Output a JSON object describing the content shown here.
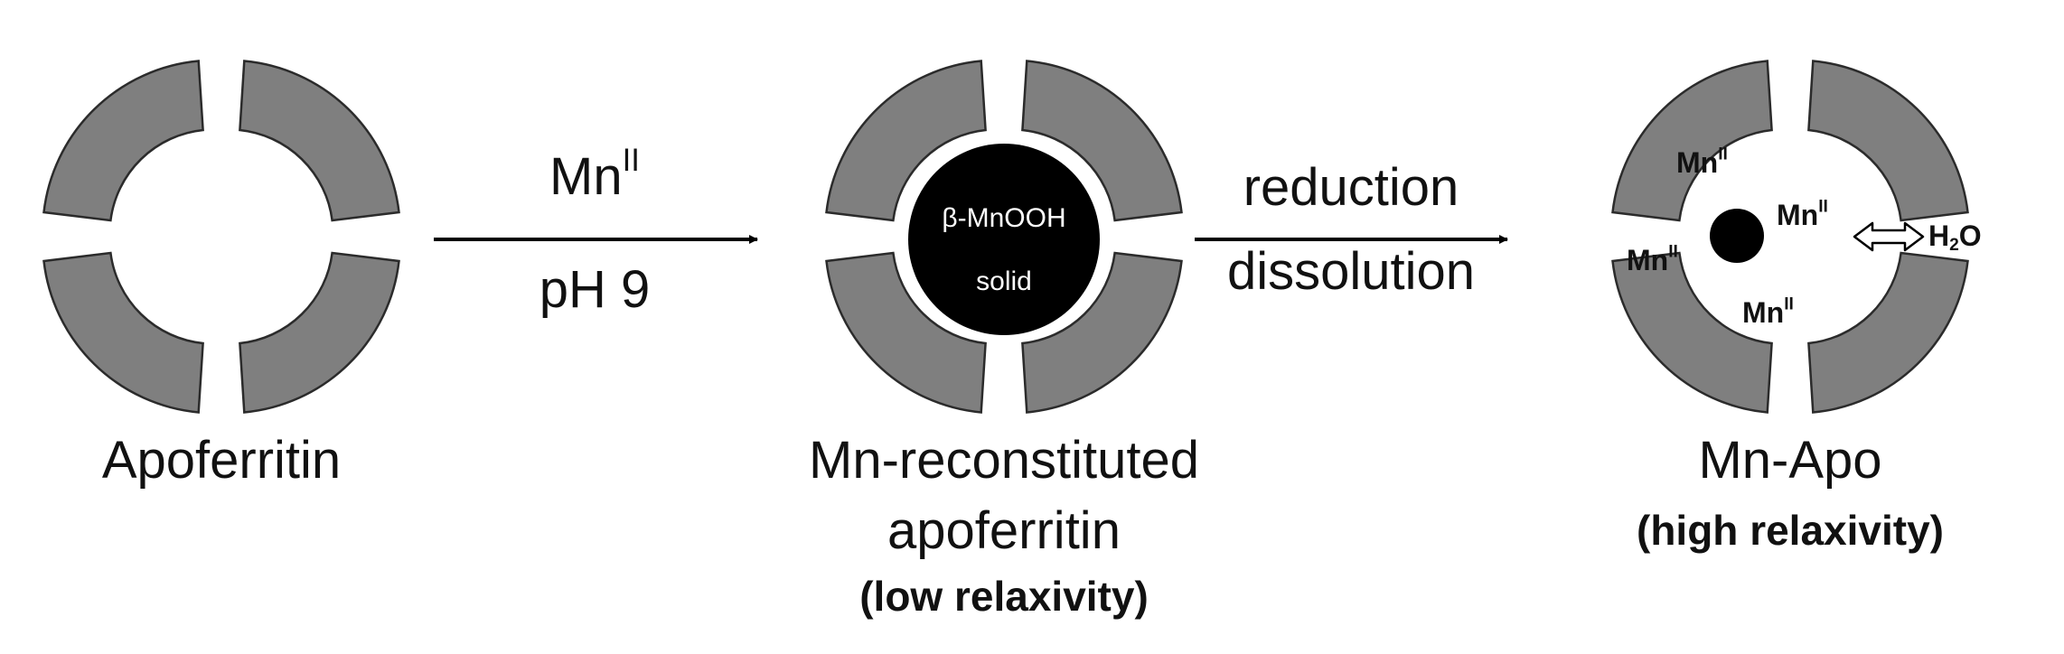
{
  "stage1": {
    "label": "Apoferritin"
  },
  "step1": {
    "reagent_base": "Mn",
    "reagent_sup": "II",
    "condition": "pH 9"
  },
  "stage2": {
    "core_line1": "β-MnOOH",
    "core_line2": "solid",
    "label_line1": "Mn-reconstituted",
    "label_line2": "apoferritin",
    "note": "(low relaxivity)"
  },
  "step2": {
    "line1": "reduction",
    "line2": "dissolution"
  },
  "stage3": {
    "ion_base": "Mn",
    "ion_sup": "II",
    "water_base": "H",
    "water_sub": "2",
    "water_tail": "O",
    "label": "Mn-Apo",
    "note": "(high relaxivity)"
  },
  "colors": {
    "shell": "#7f7f7f",
    "shell_edge": "#2b2b2b",
    "core": "#000000"
  }
}
